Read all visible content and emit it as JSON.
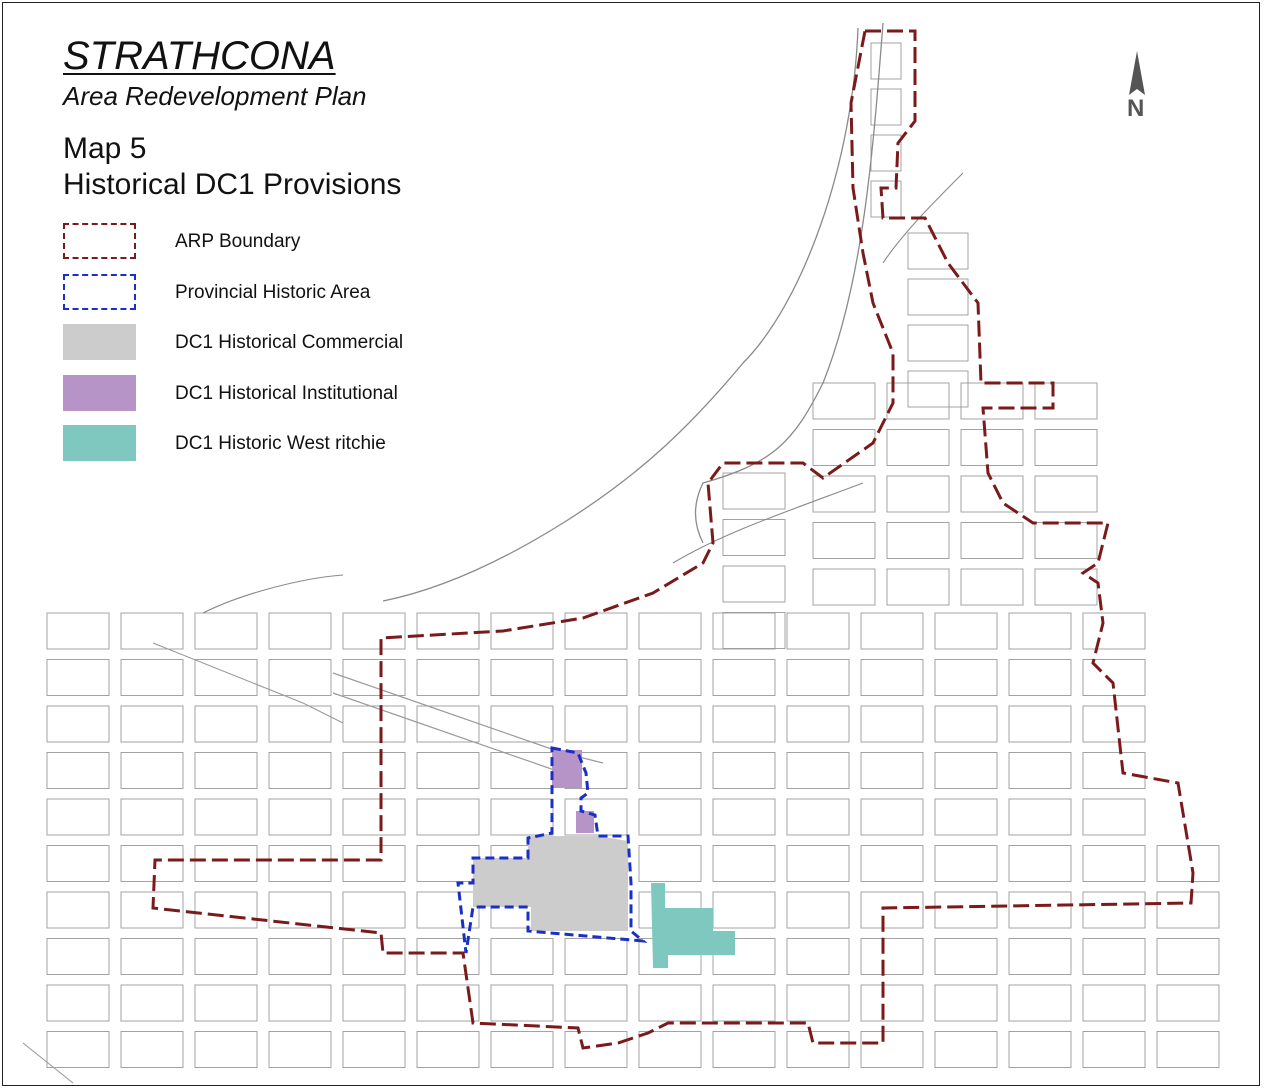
{
  "header": {
    "title": "STRATHCONA",
    "subtitle": "Area Redevelopment Plan",
    "map_number": "Map 5",
    "map_name": "Historical DC1 Provisions"
  },
  "north_arrow": {
    "label": "N"
  },
  "legend": [
    {
      "label": "ARP Boundary",
      "style": "dashed-outline",
      "color": "#7a1a1a"
    },
    {
      "label": "Provincial Historic Area",
      "style": "dashed-outline",
      "color": "#1a2fc4"
    },
    {
      "label": "DC1 Historical Commercial",
      "style": "fill",
      "color": "#cccccc"
    },
    {
      "label": "DC1 Historical Institutional",
      "style": "fill",
      "color": "#b694c8"
    },
    {
      "label": "DC1 Historic West ritchie",
      "style": "fill",
      "color": "#7ec8bf"
    }
  ],
  "colors": {
    "street_line": "#9a9a9a",
    "river_line": "#8a8a8a",
    "arp_boundary": "#7a1a1a",
    "historic_area": "#1a2fc4",
    "commercial": "#cccccc",
    "institutional": "#b694c8",
    "west_ritchie": "#7ec8bf"
  }
}
